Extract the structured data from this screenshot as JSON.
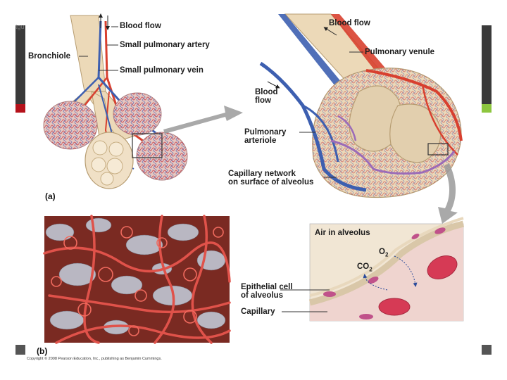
{
  "slide_fragment": "tgu",
  "panel_a": {
    "part_label": "(a)",
    "labels": {
      "blood_flow_left": "Blood flow",
      "small_pulmonary_artery": "Small pulmonary artery",
      "bronchiole": "Bronchiole",
      "small_pulmonary_vein": "Small pulmonary vein",
      "blood_flow_right": "Blood flow",
      "pulmonary_venule": "Pulmonary venule",
      "blood_flow_mid_line1": "Blood",
      "blood_flow_mid_line2": "flow",
      "pulmonary_arteriole_line1": "Pulmonary",
      "pulmonary_arteriole_line2": "arteriole",
      "capillary_network_line1": "Capillary network",
      "capillary_network_line2": "on surface of alveolus"
    }
  },
  "panel_b": {
    "part_label": "(b)",
    "labels": {
      "air_in_alveolus": "Air in alveolus",
      "o2": "O",
      "o2_sub": "2",
      "co2": "CO",
      "co2_sub": "2",
      "epithelial_line1": "Epithelial cell",
      "epithelial_line2": "of alveolus",
      "capillary": "Capillary"
    }
  },
  "copyright": "Copyright © 2008 Pearson Education, Inc., publishing as Benjamin Cummings.",
  "colors": {
    "artery_red": "#d8402f",
    "vein_blue": "#3d5fb0",
    "capillary_purple": "#9b6bb8",
    "tissue_beige": "#ecd9b8",
    "accent_green": "#8dc63f",
    "accent_red": "#b5121b",
    "dark_bar": "#3a3a3a",
    "arrow_gray": "#9a9a9a"
  }
}
